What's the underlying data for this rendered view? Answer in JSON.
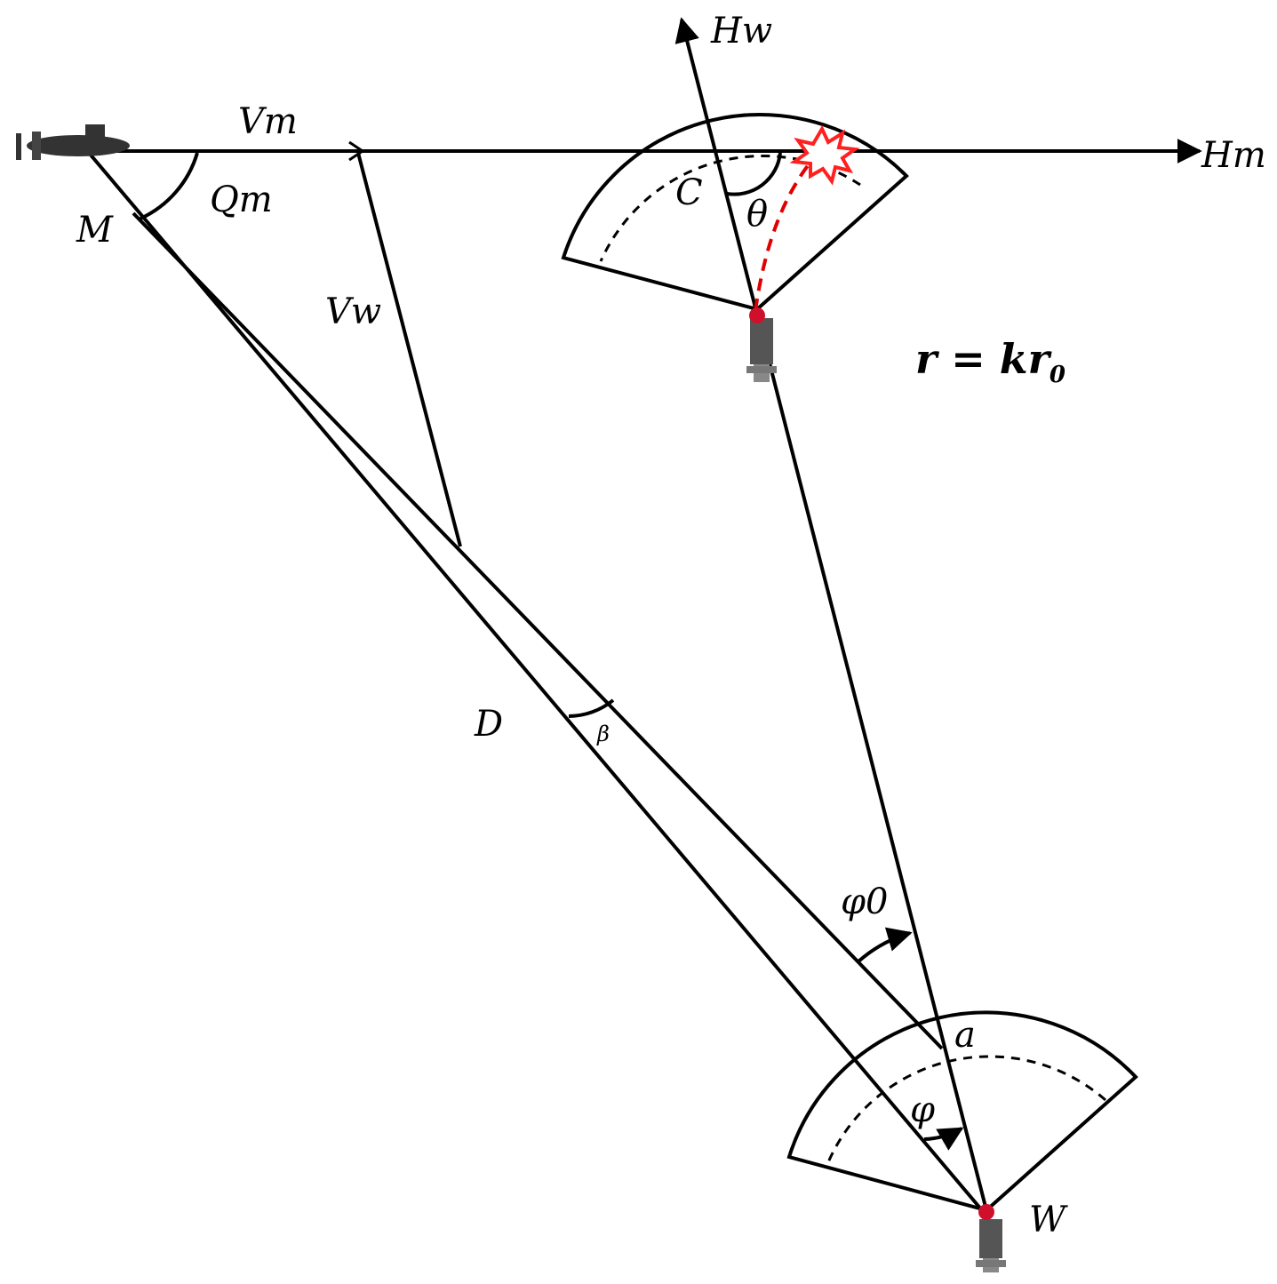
{
  "labels": {
    "hw": "Hw",
    "vm": "Vm",
    "hm": "Hm",
    "qm": "Qm",
    "m": "M",
    "c": "C",
    "theta": "θ",
    "vw": "Vw",
    "d": "D",
    "beta": "β",
    "phi0": "φ0",
    "a": "a",
    "phi": "φ",
    "w": "W"
  },
  "formula": {
    "text": "r = kr",
    "subscript": "0"
  },
  "colors": {
    "line": "#000000",
    "trajectory": "#e00000",
    "burst": "#ff2020",
    "marker": "#d0102a",
    "vehicle": "#555555"
  }
}
